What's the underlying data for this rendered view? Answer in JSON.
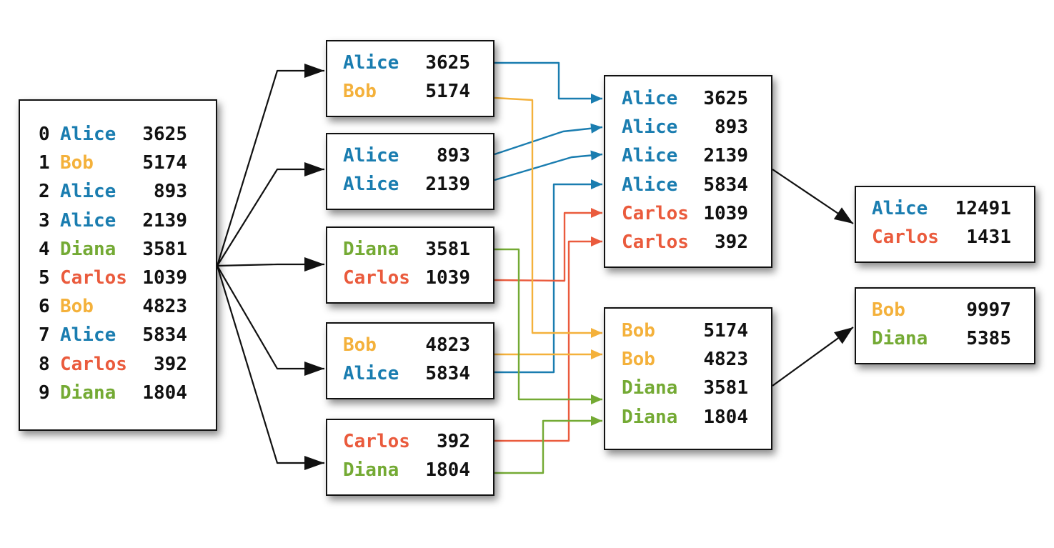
{
  "colors": {
    "Alice": "#1a7db0",
    "Bob": "#f4b13b",
    "Carlos": "#ea5b3d",
    "Diana": "#74aa34",
    "line": "#111111"
  },
  "input": {
    "rows": [
      {
        "index": "0",
        "name": "Alice",
        "value": "3625"
      },
      {
        "index": "1",
        "name": "Bob",
        "value": "5174"
      },
      {
        "index": "2",
        "name": "Alice",
        "value": "893"
      },
      {
        "index": "3",
        "name": "Alice",
        "value": "2139"
      },
      {
        "index": "4",
        "name": "Diana",
        "value": "3581"
      },
      {
        "index": "5",
        "name": "Carlos",
        "value": "1039"
      },
      {
        "index": "6",
        "name": "Bob",
        "value": "4823"
      },
      {
        "index": "7",
        "name": "Alice",
        "value": "5834"
      },
      {
        "index": "8",
        "name": "Carlos",
        "value": "392"
      },
      {
        "index": "9",
        "name": "Diana",
        "value": "1804"
      }
    ]
  },
  "partitions": [
    {
      "rows": [
        {
          "name": "Alice",
          "value": "3625"
        },
        {
          "name": "Bob",
          "value": "5174"
        }
      ]
    },
    {
      "rows": [
        {
          "name": "Alice",
          "value": "893"
        },
        {
          "name": "Alice",
          "value": "2139"
        }
      ]
    },
    {
      "rows": [
        {
          "name": "Diana",
          "value": "3581"
        },
        {
          "name": "Carlos",
          "value": "1039"
        }
      ]
    },
    {
      "rows": [
        {
          "name": "Bob",
          "value": "4823"
        },
        {
          "name": "Alice",
          "value": "5834"
        }
      ]
    },
    {
      "rows": [
        {
          "name": "Carlos",
          "value": "392"
        },
        {
          "name": "Diana",
          "value": "1804"
        }
      ]
    }
  ],
  "shuffled": [
    {
      "rows": [
        {
          "name": "Alice",
          "value": "3625"
        },
        {
          "name": "Alice",
          "value": "893"
        },
        {
          "name": "Alice",
          "value": "2139"
        },
        {
          "name": "Alice",
          "value": "5834"
        },
        {
          "name": "Carlos",
          "value": "1039"
        },
        {
          "name": "Carlos",
          "value": "392"
        }
      ]
    },
    {
      "rows": [
        {
          "name": "Bob",
          "value": "5174"
        },
        {
          "name": "Bob",
          "value": "4823"
        },
        {
          "name": "Diana",
          "value": "3581"
        },
        {
          "name": "Diana",
          "value": "1804"
        }
      ]
    }
  ],
  "reduced": [
    {
      "rows": [
        {
          "name": "Alice",
          "value": "12491"
        },
        {
          "name": "Carlos",
          "value": "1431"
        }
      ]
    },
    {
      "rows": [
        {
          "name": "Bob",
          "value": "9997"
        },
        {
          "name": "Diana",
          "value": "5385"
        }
      ]
    }
  ]
}
